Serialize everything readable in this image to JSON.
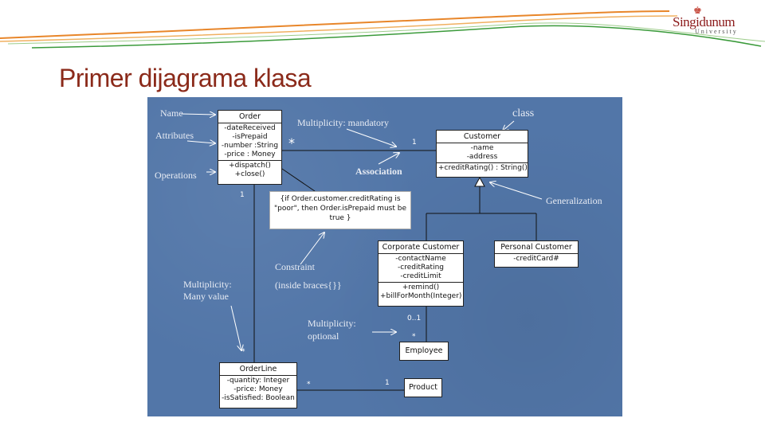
{
  "slide": {
    "title": "Primer dijagrama klasa",
    "logo": {
      "name": "Singidunum",
      "sub": "University"
    }
  },
  "colors": {
    "background": "#ffffff",
    "diagram_bg": "#5276a8",
    "title": "#8b2a1a",
    "swoosh_orange": "#e8862a",
    "swoosh_green": "#3a9a3a"
  },
  "classes": {
    "order": {
      "name": "Order",
      "attributes": [
        "-dateReceived",
        "-isPrepaid",
        "-number :String",
        "-price : Money"
      ],
      "operations": [
        "+dispatch()",
        "+close()"
      ]
    },
    "customer": {
      "name": "Customer",
      "attributes": [
        "-name",
        "-address"
      ],
      "operations": [
        "+creditRating() : String()"
      ]
    },
    "corporate": {
      "name": "Corporate Customer",
      "attributes": [
        "-contactName",
        "-creditRating",
        "-creditLimit"
      ],
      "operations": [
        "+remind()",
        "+billForMonth(Integer)"
      ]
    },
    "personal": {
      "name": "Personal Customer",
      "attributes": [
        "-creditCard#"
      ]
    },
    "employee": {
      "name": "Employee"
    },
    "orderline": {
      "name": "OrderLine",
      "attributes": [
        "-quantity: Integer",
        "-price: Money",
        "-isSatisfied: Boolean"
      ]
    },
    "product": {
      "name": "Product"
    }
  },
  "constraint_note": [
    "{if Order.customer.creditRating is",
    "\"poor\", then Order.isPrepaid must",
    "be true }"
  ],
  "labels": {
    "name": "Name",
    "attributes": "Attributes",
    "operations": "Operations",
    "mult_mandatory": "Multiplicity:  mandatory",
    "class": "class",
    "association": "Association",
    "generalization": "Generalization",
    "constraint": "Constraint",
    "inside_braces": "(inside braces{}}",
    "mult_many_1": "Multiplicity:",
    "mult_many_2": "Many value",
    "mult_optional_1": "Multiplicity:",
    "mult_optional_2": "optional"
  },
  "multiplicities": {
    "order_star": "*",
    "customer_one": "1",
    "order_one": "1",
    "orderline_star": "*",
    "corp_zero_one": "0..1",
    "employee_star": "*",
    "ol_star": "*",
    "product_one": "1"
  }
}
